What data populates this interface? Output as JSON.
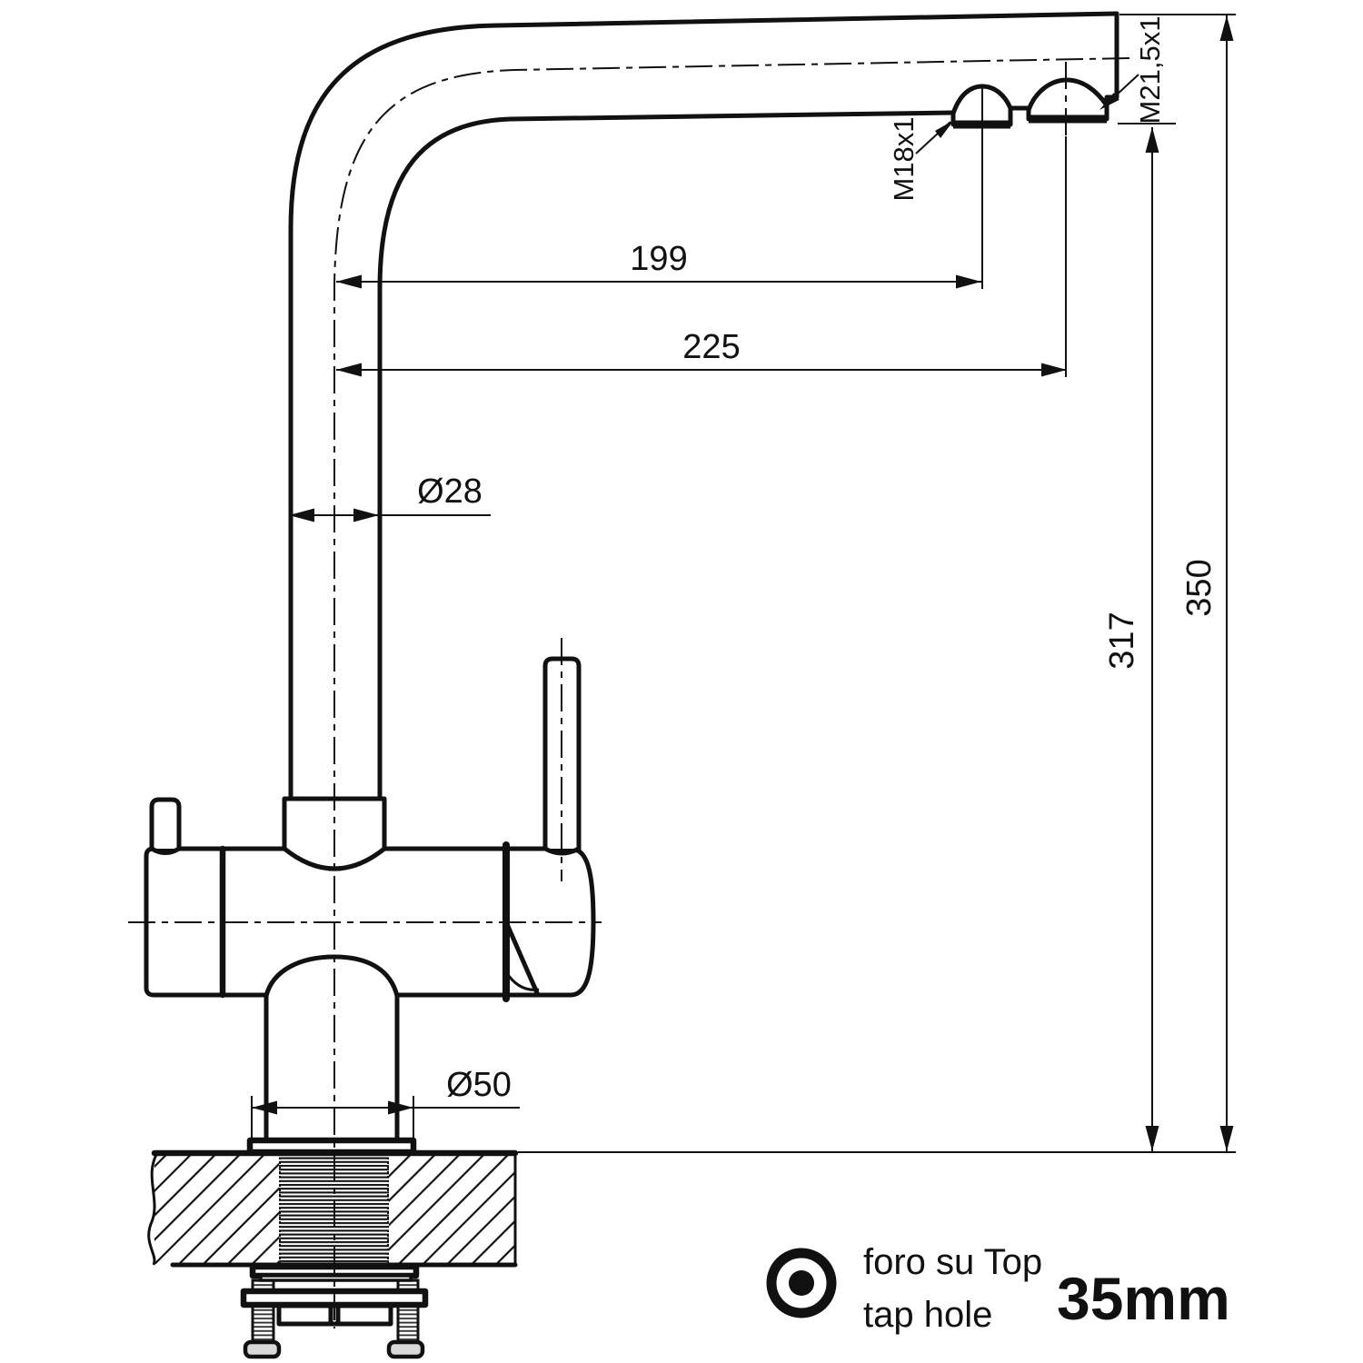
{
  "drawing": {
    "title": "kitchen tap technical dimension drawing",
    "dimensions": {
      "spout_reach_1": "199",
      "spout_reach_2": "225",
      "pipe_diameter": "Ø28",
      "base_diameter": "Ø50",
      "height_to_outlet": "317",
      "height_total": "350",
      "thread_outlet_1": "M18x1",
      "thread_outlet_2": "M21,5x1"
    },
    "legend": {
      "hole_label_it": "foro su Top",
      "hole_label_en": "tap hole",
      "hole_size": "35mm"
    },
    "colors": {
      "ink": "#111111",
      "paper": "#ffffff",
      "bolt_head_fill": "#d9d9d9"
    }
  }
}
